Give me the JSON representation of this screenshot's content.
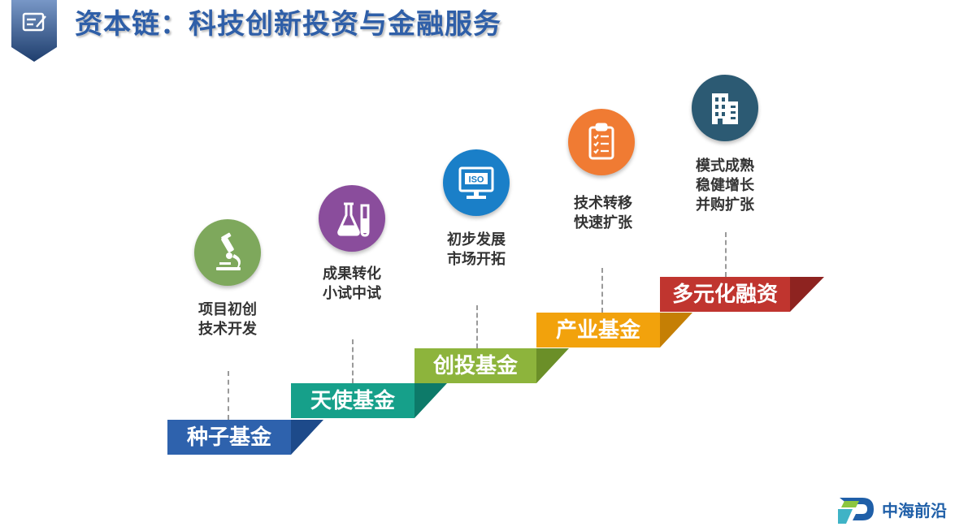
{
  "header": {
    "title": "资本链：科技创新投资与金融服务",
    "badge_icon": "edit-note-icon"
  },
  "stages": [
    {
      "label": "种子基金",
      "color": "#2e62ad",
      "shade": "#1d4a8a",
      "icon": "microscope-icon",
      "icon_color": "#7ea85c",
      "desc": [
        "项目初创",
        "技术开发"
      ]
    },
    {
      "label": "天使基金",
      "color": "#16a08a",
      "shade": "#0d7a69",
      "icon": "flask-icon",
      "icon_color": "#8a4d9c",
      "desc": [
        "成果转化",
        "小试中试"
      ]
    },
    {
      "label": "创投基金",
      "color": "#8db43c",
      "shade": "#6b8f28",
      "icon": "iso-monitor-icon",
      "icon_color": "#1a7fc8",
      "desc": [
        "初步发展",
        "市场开拓"
      ]
    },
    {
      "label": "产业基金",
      "color": "#f2a20c",
      "shade": "#c57f05",
      "icon": "clipboard-icon",
      "icon_color": "#f07b33",
      "desc": [
        "技术转移",
        "快速扩张"
      ]
    },
    {
      "label": "多元化融资",
      "color": "#c0352f",
      "shade": "#8e2320",
      "icon": "building-icon",
      "icon_color": "#2c5a73",
      "desc": [
        "模式成熟",
        "稳健增长",
        "并购扩张"
      ]
    }
  ],
  "logo": {
    "text": "中海前沿",
    "icon": "zhonghai-logo-icon"
  }
}
